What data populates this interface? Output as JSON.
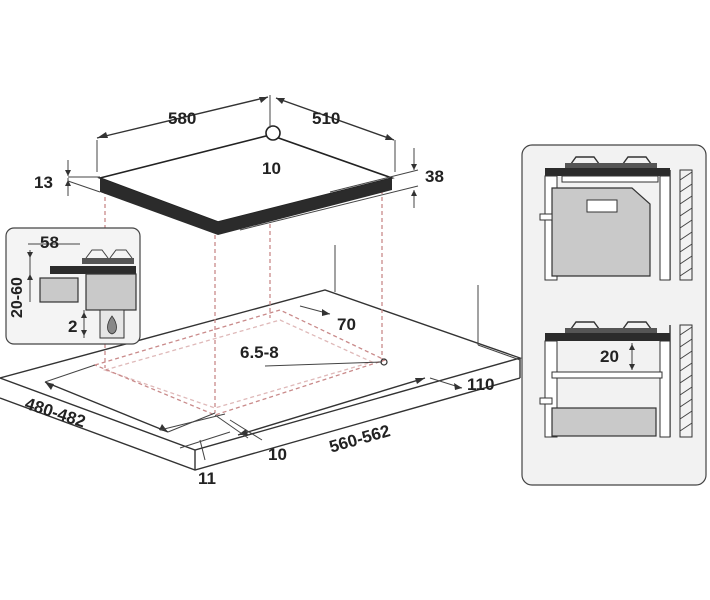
{
  "dims": {
    "width_580": "580",
    "depth_510": "510",
    "center_10": "10",
    "thickness_13": "13",
    "height_38": "38",
    "inset_58": "58",
    "gap_20_60": "20-60",
    "gas_2": "2",
    "cut_70": "70",
    "radius_6_5_8": "6.5-8",
    "cut_depth_480_482": "480-482",
    "cut_width_560_562": "560-562",
    "edge_10": "10",
    "front_11": "11",
    "back_110": "110",
    "shelf_20": "20"
  },
  "colors": {
    "line": "#333333",
    "fill_gray": "#c9c9c9",
    "dashed_red": "#c98a8a",
    "panel_bg": "#f2f2f2",
    "dark": "#2b2b2b"
  },
  "icons": [
    "gas-flame-icon",
    "burner-icon"
  ]
}
